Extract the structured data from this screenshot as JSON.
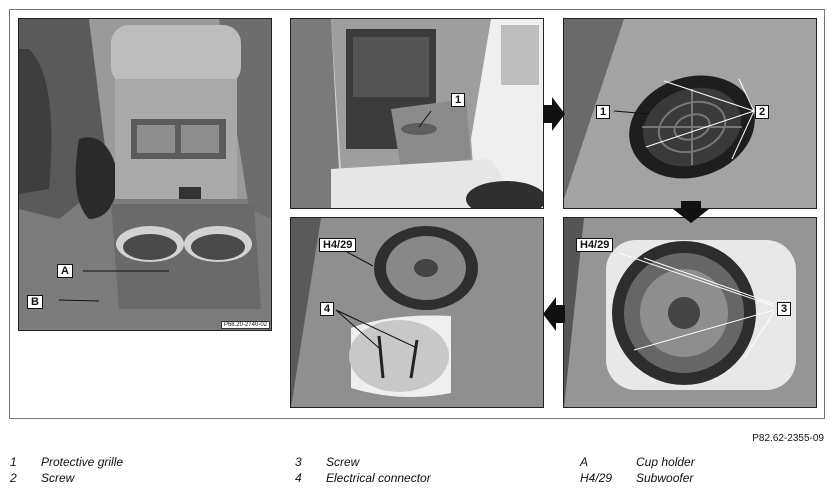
{
  "panel1": {
    "labels": {
      "a": "A",
      "b": "B"
    },
    "ref": "P68.20-2740-02"
  },
  "panel2": {
    "labels": {
      "one": "1"
    }
  },
  "panel3": {
    "labels": {
      "one": "1",
      "two": "2"
    }
  },
  "panel4": {
    "labels": {
      "sub": "H4/29",
      "three": "3"
    }
  },
  "panel5": {
    "labels": {
      "sub": "H4/29",
      "four": "4"
    }
  },
  "document_ref": "P82.62-2355-09",
  "legend": [
    {
      "key": "1",
      "text": "Protective grille"
    },
    {
      "key": "2",
      "text": "Screw"
    },
    {
      "key": "3",
      "text": "Screw"
    },
    {
      "key": "4",
      "text": "Electrical connector"
    },
    {
      "key": "A",
      "text": "Cup holder"
    },
    {
      "key": "H4/29",
      "text": "Subwoofer"
    }
  ]
}
